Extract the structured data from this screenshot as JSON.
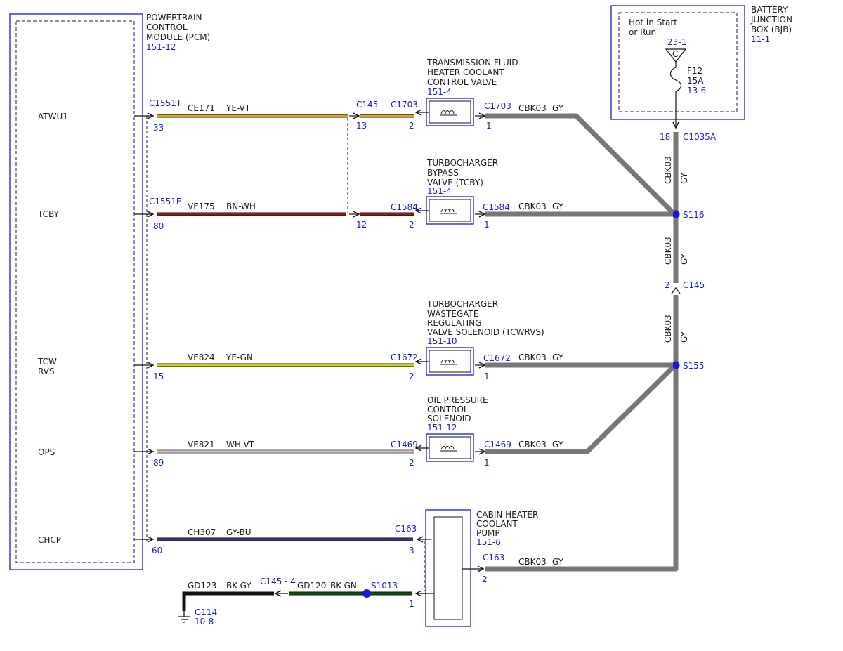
{
  "pcm": {
    "title": [
      "POWERTRAIN",
      "CONTROL",
      "MODULE (PCM)"
    ],
    "ref": "151-12",
    "pins": [
      "ATWU1",
      "TCBY",
      "TCW",
      "RVS",
      "OPS",
      "CHCP"
    ]
  },
  "bjb": {
    "title": [
      "BATTERY",
      "JUNCTION",
      "BOX (BJB)"
    ],
    "ref": "11-1",
    "hot": [
      "Hot in Start",
      "or Run"
    ],
    "fuse_ref": "23-1",
    "fuse_letter": "C",
    "fuse_name": "F12",
    "fuse_rating": "15A",
    "fuse_page": "13-6",
    "pin": "18",
    "connector": "C1035A"
  },
  "components": {
    "tfhccv": {
      "lines": [
        "TRANSMISSION FLUID",
        "HEATER COOLANT",
        "CONTROL VALVE"
      ],
      "ref": "151-4"
    },
    "tcby": {
      "lines": [
        "TURBOCHARGER",
        "BYPASS",
        "VALVE (TCBY)"
      ],
      "ref": "151-4"
    },
    "tcwrvs": {
      "lines": [
        "TURBOCHARGER",
        "WASTEGATE",
        "REGULATING",
        "VALVE SOLENOID (TCWRVS)"
      ],
      "ref": "151-10"
    },
    "ops": {
      "lines": [
        "OIL PRESSURE",
        "CONTROL",
        "SOLENOID"
      ],
      "ref": "151-12"
    },
    "chcp": {
      "lines": [
        "CABIN HEATER",
        "COOLANT",
        "PUMP"
      ],
      "ref": "151-6"
    }
  },
  "circuits": {
    "atwu1": {
      "pcm_conn": "C1551T",
      "pcm_pin": "33",
      "circuit": "CE171",
      "color": "YE-VT",
      "inline_conn": "C145",
      "inline_pin": "13",
      "comp_conn": "C1703",
      "comp_pin": "2",
      "out_conn": "C1703",
      "out_pin": "1",
      "out_circuit": "CBK03",
      "out_color": "GY"
    },
    "tcby": {
      "pcm_conn": "C1551E",
      "pcm_pin": "80",
      "circuit": "VE175",
      "color": "BN-WH",
      "inline_pin": "12",
      "comp_conn": "C1584",
      "comp_pin": "2",
      "out_conn": "C1584",
      "out_pin": "1",
      "out_circuit": "CBK03",
      "out_color": "GY"
    },
    "tcwrvs": {
      "pcm_pin": "15",
      "circuit": "VE824",
      "color": "YE-GN",
      "comp_conn": "C1672",
      "comp_pin": "2",
      "out_conn": "C1672",
      "out_pin": "1",
      "out_circuit": "CBK03",
      "out_color": "GY"
    },
    "ops": {
      "pcm_pin": "89",
      "circuit": "VE821",
      "color": "WH-VT",
      "comp_conn": "C1469",
      "comp_pin": "2",
      "out_conn": "C1469",
      "out_pin": "1",
      "out_circuit": "CBK03",
      "out_color": "GY"
    },
    "chcp": {
      "pcm_pin": "60",
      "circuit": "CH307",
      "color": "GY-BU",
      "comp_conn": "C163",
      "comp_pin": "3",
      "out_conn": "C163",
      "out_pin": "2",
      "out_circuit": "CBK03",
      "out_color": "GY"
    }
  },
  "ground": {
    "circuit_a": "GD123",
    "color_a": "BK-GY",
    "inline": "C145 - 4",
    "circuit_b": "GD120",
    "color_b": "BK-GN",
    "splice": "S1013",
    "pin": "1",
    "ground_name": "G114",
    "ground_ref": "10-8"
  },
  "feed": {
    "vertical_labels": [
      {
        "circuit": "CBK03",
        "color": "GY"
      },
      {
        "circuit": "CBK03",
        "color": "GY"
      },
      {
        "circuit": "CBK03",
        "color": "GY"
      }
    ],
    "splice_s116": "S116",
    "splice_s155": "S155",
    "c145_pin": "2",
    "c145_conn": "C145"
  },
  "colors": {
    "connector_blue": "#1a1ad6",
    "gy_wire": "#777777",
    "ye_vt": "#e0a21e",
    "bn_wh": "#8b1a1a",
    "ye_gn": "#c9d416",
    "wh_vt": "#c9a3cf",
    "gy_bu": "#3b3b9a",
    "bk_gn": "#0f5a0f"
  }
}
